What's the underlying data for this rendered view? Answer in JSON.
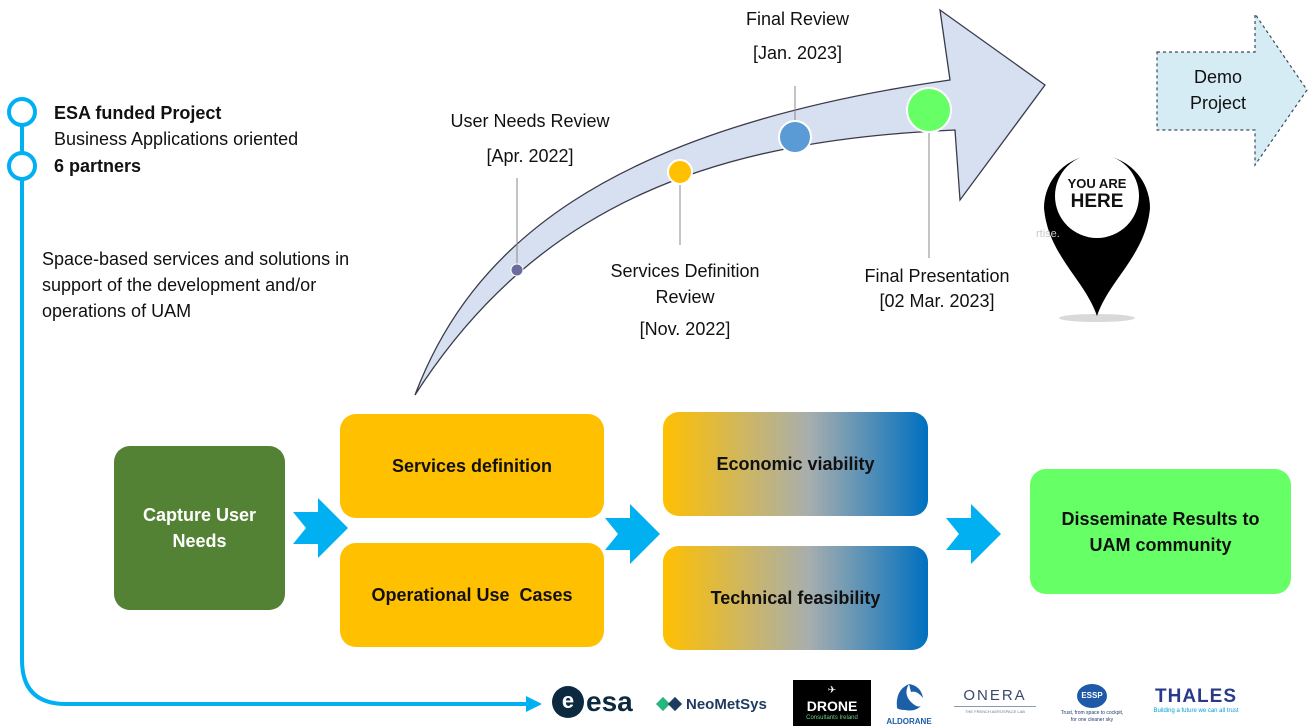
{
  "intro": {
    "line1": "ESA funded Project",
    "line2": "Business Applications oriented",
    "line3": "6 partners",
    "description": "Space-based services and solutions in support of the development and/or operations of UAM"
  },
  "milestones": [
    {
      "title": "User Needs Review",
      "date": "[Apr. 2022]",
      "color": "#6b6ba0"
    },
    {
      "title": "Services Definition Review",
      "date": "[Nov. 2022]",
      "color": "#ffc000"
    },
    {
      "title": "Final Review",
      "date": "[Jan. 2023]",
      "color": "#5b9bd5"
    },
    {
      "title": "Final Presentation",
      "date": "[02 Mar. 2023]",
      "color": "#66ff66"
    }
  ],
  "demo": {
    "label": "Demo Project"
  },
  "pin": {
    "line1": "YOU ARE",
    "line2": "HERE",
    "watermark": "rtise."
  },
  "process": {
    "capture": "Capture User Needs",
    "services": "Services definition",
    "usecases": "Operational Use  Cases",
    "economic": "Economic viability",
    "technical": "Technical feasibility",
    "disseminate": "Disseminate Results to UAM community"
  },
  "partners": {
    "esa": "esa",
    "neometsys": "NeoMetSys",
    "drone": "DRONE",
    "drone_sub": "Consultants Ireland",
    "aldorane": "ALDORANE",
    "onera": "ONERA",
    "onera_sub": "THE FRENCH AEROSPACE LAB",
    "essp": "ESSP",
    "essp_sub1": "Trust, from space to cockpit,",
    "essp_sub2": "for one cleaner sky",
    "thales": "THALES",
    "thales_sub": "Building a future we can all trust"
  },
  "colors": {
    "timeline": "#00b0f0",
    "green_dark": "#548235",
    "amber": "#ffc000",
    "blue": "#0070c0",
    "green_light": "#66ff66",
    "arrow_fill": "#d6e0f0"
  }
}
